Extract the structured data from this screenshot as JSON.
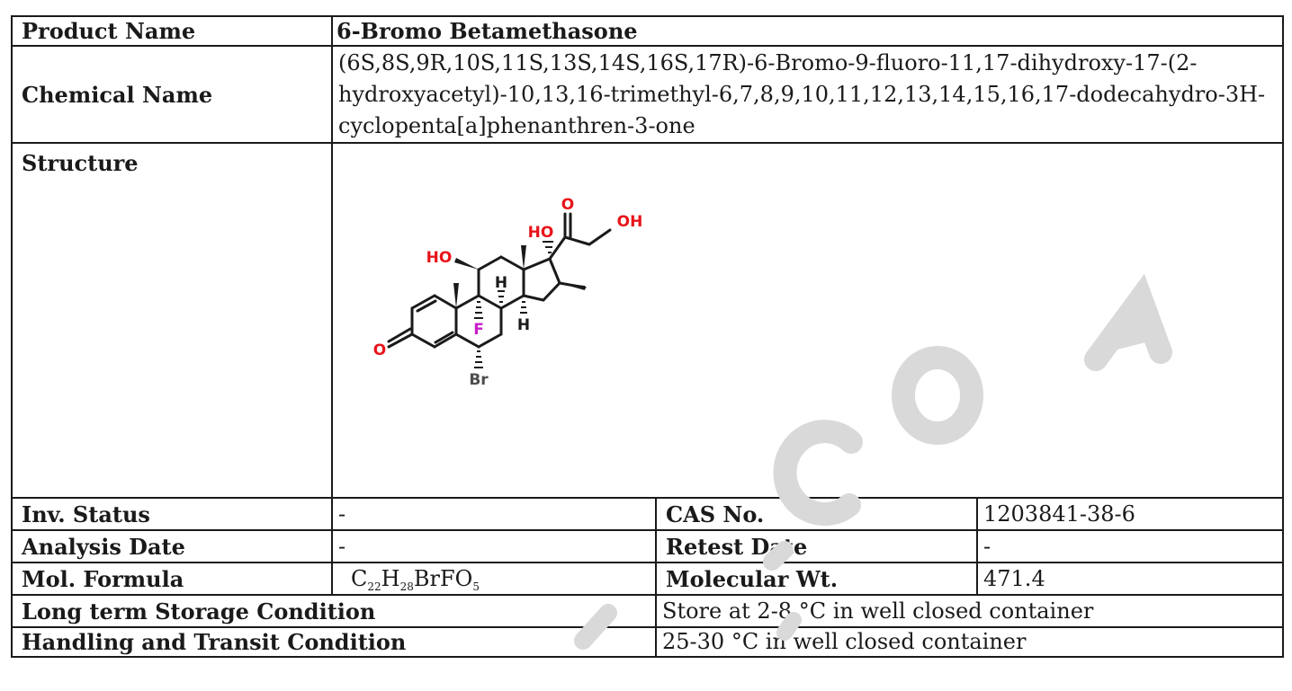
{
  "product": {
    "label": "Product Name",
    "value": "6-Bromo Betamethasone"
  },
  "chemical": {
    "label": "Chemical Name",
    "value": "(6S,8S,9R,10S,11S,13S,14S,16S,17R)-6-Bromo-9-fluoro-11,17-dihydroxy-17-(2-hydroxyacetyl)-10,13,16-trimethyl-6,7,8,9,10,11,12,13,14,15,16,17-dodecahydro-3H-cyclopenta[a]phenanthren-3-one"
  },
  "structure": {
    "label": "Structure",
    "atoms": {
      "ho_left": "HO",
      "ho_top": "HO",
      "oh_right": "OH",
      "o_ketone_top": "O",
      "o_left": "O",
      "h_upper": "H",
      "h_lower": "H",
      "f": "F",
      "br": "Br"
    },
    "colors": {
      "oxygen": "#e8141a",
      "fluorine": "#c81dc8",
      "carbon_bond": "#1a1a1a",
      "halogen_br": "#4d4d4d"
    }
  },
  "inventory": {
    "inv_status_label": "Inv. Status",
    "inv_status_value": "-",
    "cas_label": "CAS No.",
    "cas_value": "1203841-38-6"
  },
  "dates": {
    "analysis_label": "Analysis Date",
    "analysis_value": "-",
    "retest_label": "Retest Date",
    "retest_value": "-"
  },
  "formula": {
    "label": "Mol. Formula",
    "parts": {
      "c": "C",
      "c_n": "22",
      "h": "H",
      "h_n": "28",
      "mid": "BrFO",
      "o_n": "5"
    },
    "mw_label": "Molecular Wt.",
    "mw_value": "471.4"
  },
  "storage": {
    "label": "Long term Storage Condition",
    "value": "Store at 2-8 °C in well closed container"
  },
  "transit": {
    "label": "Handling and Transit Condition",
    "value": "25-30 °C in well closed container"
  },
  "watermark": {
    "color": "#d9d9d9"
  }
}
